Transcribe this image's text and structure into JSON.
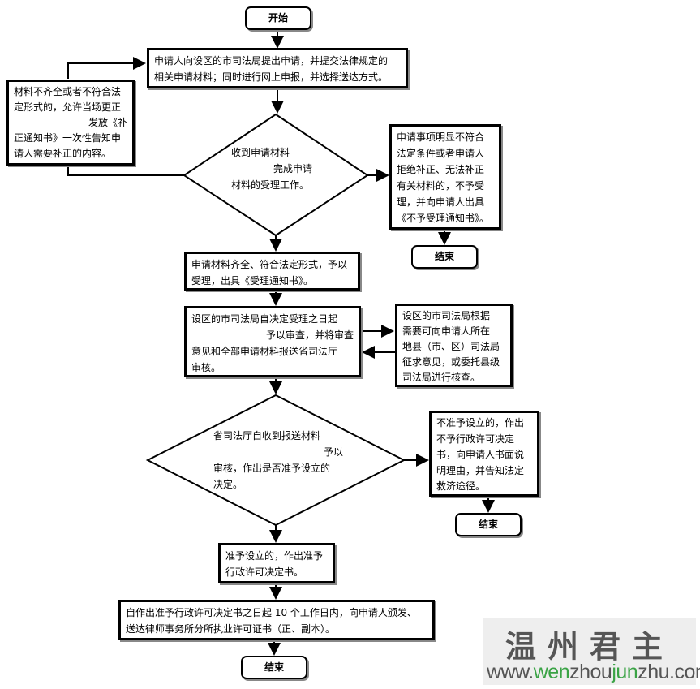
{
  "start": "开始",
  "step1": [
    "申请人向设区的市司法局提出申请，并提交法律规定的",
    "相关申请材料；同时进行网上申报，并选择送达方式。"
  ],
  "correction": [
    "材料不齐全或者不符合法",
    "定形式的，允许当场更正",
    "发放《补",
    "正通知书》一次性告知申",
    "请人需要补正的内容。"
  ],
  "decision1": [
    "收到申请材料",
    "完成申请",
    "材料的受理工作。"
  ],
  "reject1": [
    "申请事项明显不符合",
    "法定条件或者申请人",
    "拒绝补正、无法补正",
    "有关材料的，不予受",
    "理，并向申请人出具",
    "《不予受理通知书》。"
  ],
  "end_label": "结束",
  "accept": [
    "申请材料齐全、符合法定形式，予以",
    "受理，出具《受理通知书》。"
  ],
  "review": [
    "设区的市司法局自决定受理之日起",
    "予以审查，并将审查",
    "意见和全部申请材料报送省司法厅",
    "审核。"
  ],
  "consult": [
    "设区的市司法局根据",
    "需要可向申请人所在",
    "地县（市、区）司法局",
    "征求意见，或委托县级",
    "司法局进行核查。"
  ],
  "decision2": [
    "省司法厅自收到报送材料",
    "予以",
    "审核，作出是否准予设立的",
    "决定。"
  ],
  "deny": [
    "不准予设立的，作出",
    "不予行政许可决定",
    "书，向申请人书面说",
    "明理由，并告知法定",
    "救济途径。"
  ],
  "approve": [
    "准予设立的，作出准予",
    "行政许可决定书。"
  ],
  "issue": [
    "自作出准予行政许可决定书之日起 10 个工作日内，向申请人颁发、",
    "送达律师事务所分所执业许可证书（正、副本）。"
  ],
  "watermark": {
    "title": "温州君主",
    "url_parts": [
      "www.",
      "wen",
      "zhou",
      "jun",
      "zhu.com"
    ],
    "accent_color": "#3aa345"
  }
}
